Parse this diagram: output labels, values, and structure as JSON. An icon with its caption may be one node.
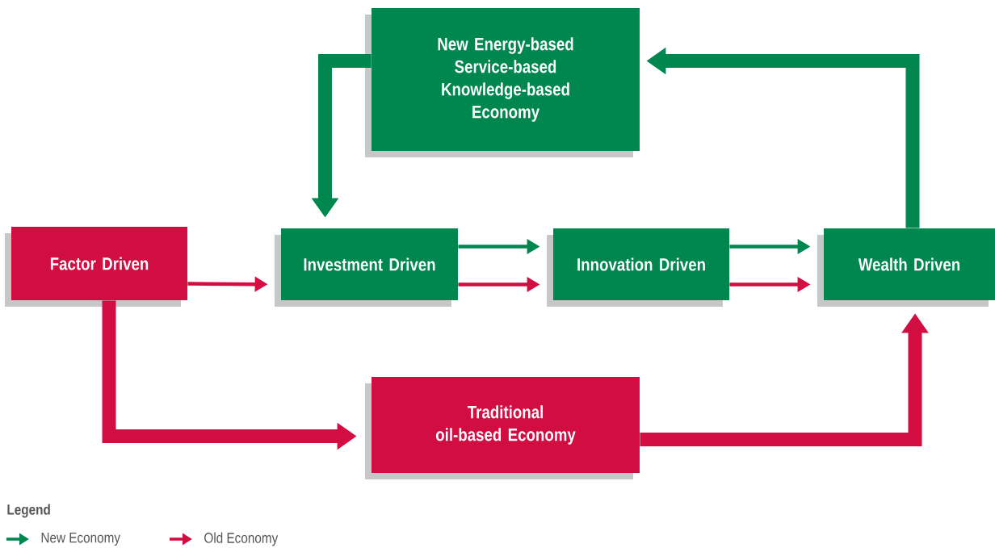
{
  "diagram": {
    "nodes": [
      {
        "text": [
          "New Energy-based Service-based Knowledge-based Economy"
        ]
      },
      {
        "text": [
          "Factor Driven"
        ]
      },
      {
        "text": [
          "Investment Driven"
        ]
      },
      {
        "text": [
          "Innovation Driven"
        ]
      },
      {
        "text": [
          "Wealth Driven"
        ]
      },
      {
        "text": [
          "Traditional oil-based Economy"
        ]
      }
    ],
    "edges": [
      {
        "from": 0,
        "to": 2,
        "arrow": "to",
        "style": "thick",
        "color": "#00874f"
      },
      {
        "from": 1,
        "to": 2,
        "arrow": "to",
        "color": "#d10d42"
      },
      {
        "from": 2,
        "to": 3,
        "arrow": "to",
        "color": "#00874f"
      },
      {
        "from": 2,
        "to": 3,
        "arrow": "to",
        "color": "#d10d42"
      },
      {
        "from": 3,
        "to": 4,
        "arrow": "to",
        "color": "#00874f"
      },
      {
        "from": 3,
        "to": 4,
        "arrow": "to",
        "color": "#d10d42"
      },
      {
        "from": 4,
        "to": 0,
        "arrow": "to",
        "style": "thick",
        "color": "#00874f"
      },
      {
        "from": 1,
        "to": 5,
        "arrow": "to",
        "style": "thick",
        "color": "#d10d42"
      },
      {
        "from": 5,
        "to": 4,
        "arrow": "to",
        "style": "thick",
        "color": "#d10d42"
      }
    ],
    "labels": [
      "Legend"
    ],
    "legend": [
      {
        "text": "New Economy",
        "color": "#00874f"
      },
      {
        "text": "Old Economy",
        "color": "#d10d42"
      }
    ]
  }
}
